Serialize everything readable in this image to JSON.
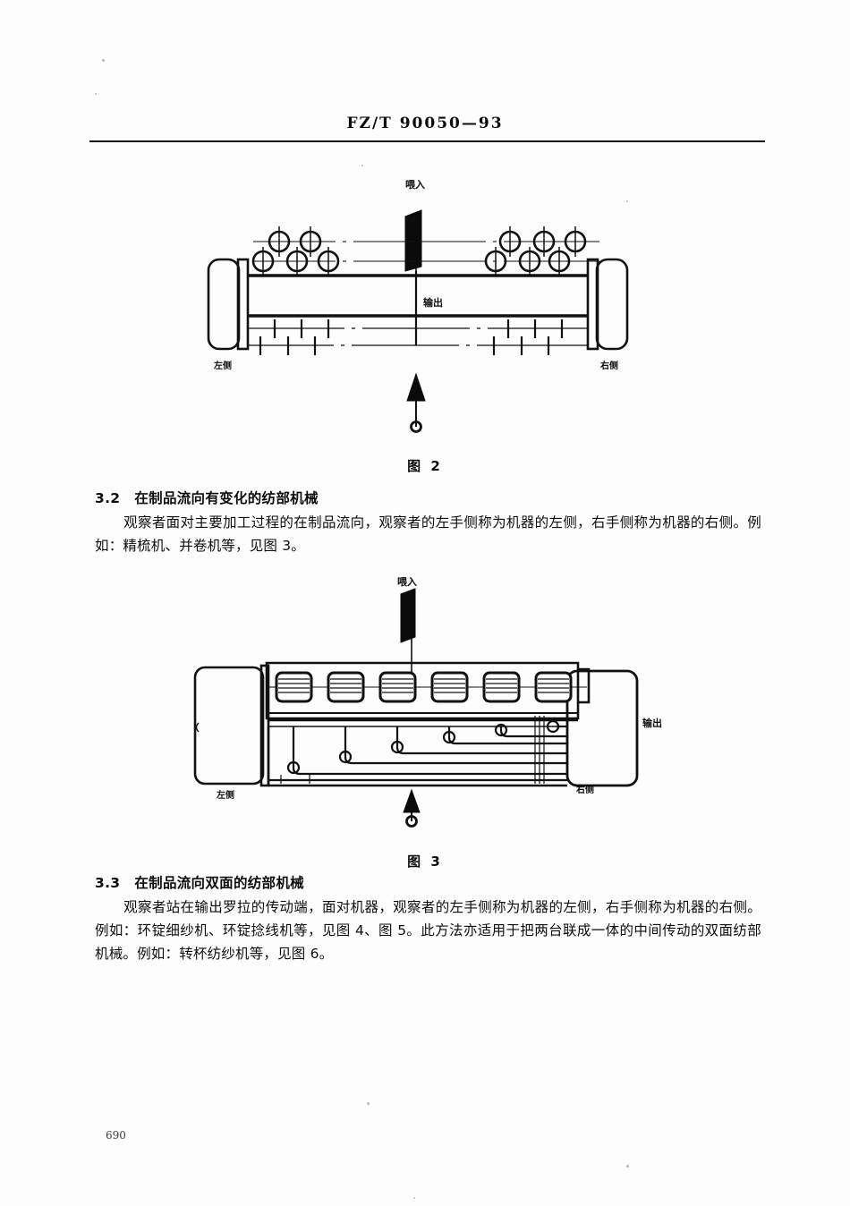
{
  "header": {
    "standard_number": "FZ/T  90050—93"
  },
  "page_number": "690",
  "figures": [
    {
      "id": "figure-2",
      "caption": "图 2",
      "labels": {
        "feed_in": "喂入",
        "output": "输出",
        "left_side": "左侧",
        "right_side": "右侧"
      },
      "rollers": {
        "left_top_count": 2,
        "left_bottom_count": 3,
        "right_top_count": 3,
        "right_bottom_count": 3
      },
      "spindle_rows": 2
    },
    {
      "id": "figure-3",
      "caption": "图 3",
      "labels": {
        "feed_in": "喂入",
        "output": "输出",
        "left_side": "左侧",
        "right_side": "右侧"
      },
      "lap_roll_count": 6,
      "sliver_path_count": 6
    }
  ],
  "sections": [
    {
      "id": "3.2",
      "number": "3.2",
      "title": "在制品流向有变化的纺部机械",
      "body": "观察者面对主要加工过程的在制品流向，观察者的左手侧称为机器的左侧，右手侧称为机器的右侧。例如：精梳机、并卷机等，见图 3。"
    },
    {
      "id": "3.3",
      "number": "3.3",
      "title": "在制品流向双面的纺部机械",
      "body": "观察者站在输出罗拉的传动端，面对机器，观察者的左手侧称为机器的左侧，右手侧称为机器的右侧。例如：环锭细纱机、环锭捻线机等，见图 4、图 5。此方法亦适用于把两台联成一体的中间传动的双面纺部机械。例如：转杯纺纱机等，见图 6。"
    }
  ],
  "colors": {
    "ink": "#111111",
    "paper": "#fdfdfd"
  }
}
